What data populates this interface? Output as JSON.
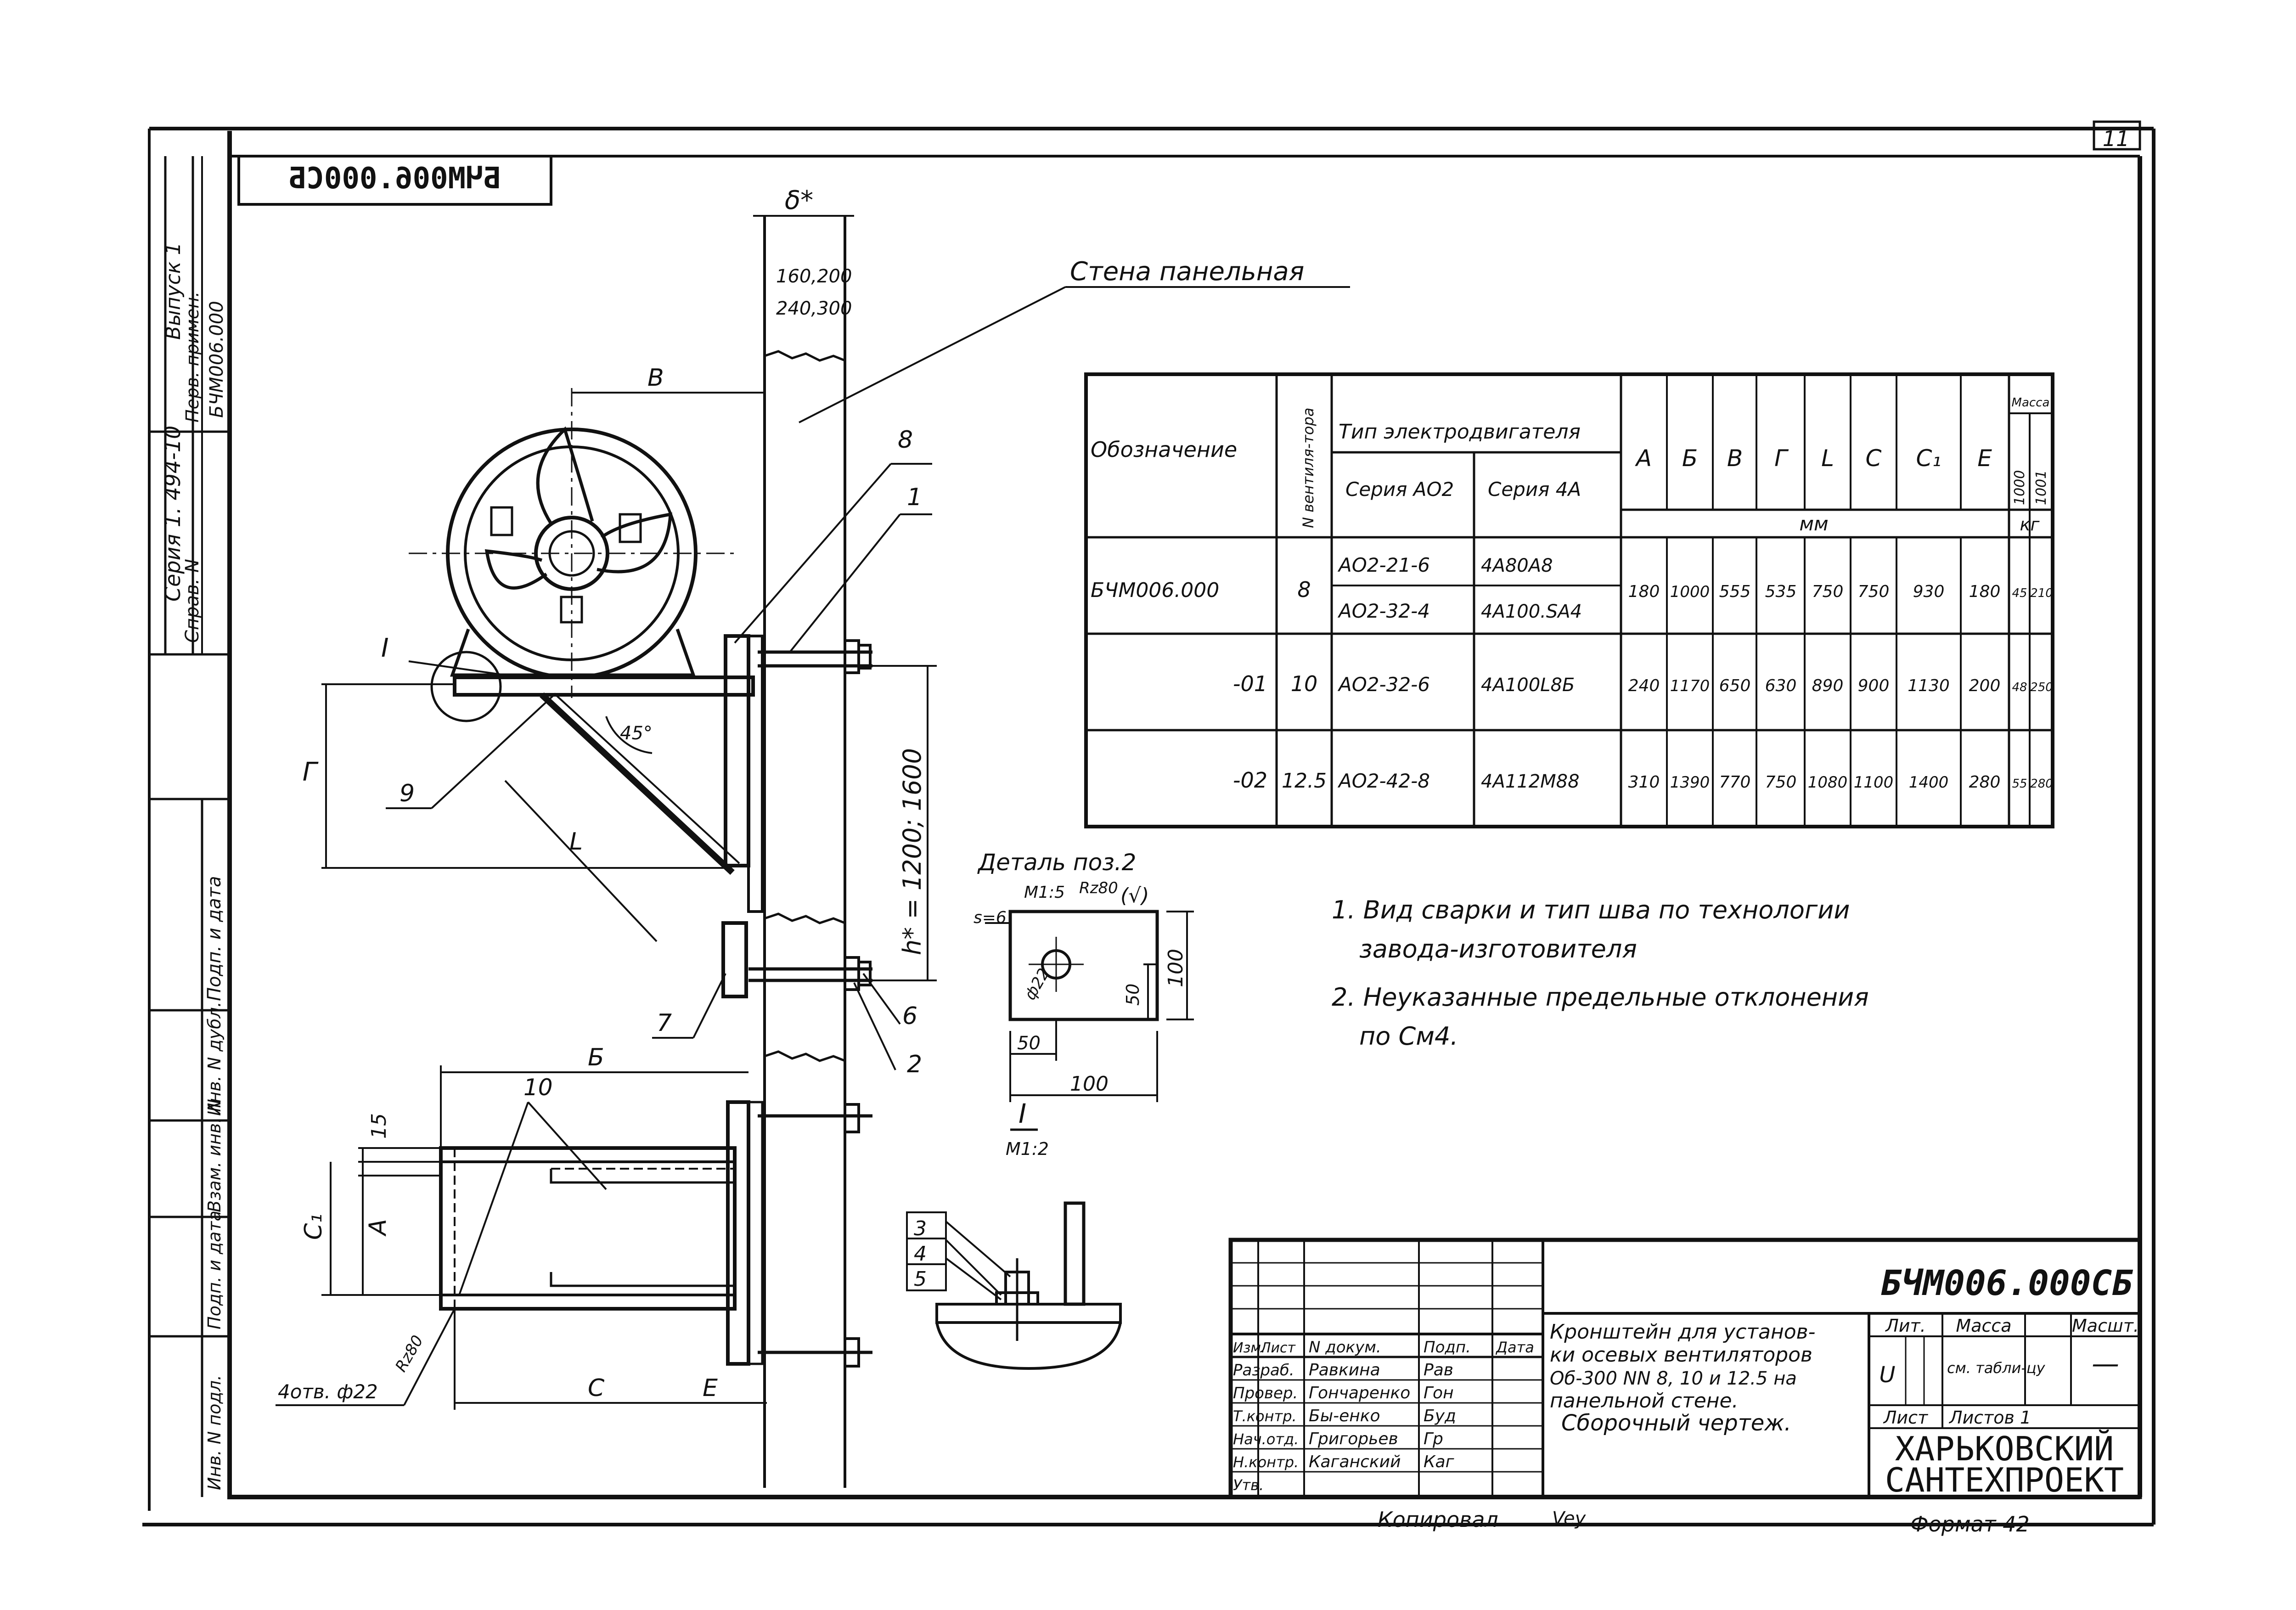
{
  "sheet": {
    "sheet_number": "11",
    "doc_code_rotated": "БЧМ006.000СБ",
    "format": "Формат 42",
    "copied": "Копировал",
    "copied_sign": "Vey"
  },
  "left_strip": {
    "series": "Серия 1. 494-10",
    "release": "Выпуск 1",
    "primary_use": "Перв. примен.",
    "primary_doc": "БЧМ006.000",
    "reference": "Справ. N",
    "sign_date": "Подп. и дата",
    "inv_dubl": "Инв. N дубл.",
    "vzam_inv": "Взам. инв. N",
    "sign_date_2": "Подп. и дата",
    "inv_podl": "Инв. N подл."
  },
  "drawing": {
    "wall_label": "Стена панельная",
    "wall_thickness_label": "δ*",
    "wall_thickness_values": [
      "160,200",
      "240,300"
    ],
    "height_label": "h* = 1200; 1600",
    "dim_labels": {
      "B": "В",
      "G": "Г",
      "L": "L",
      "B_plan": "Б",
      "A": "А",
      "C1": "С₁",
      "C": "С",
      "E": "Е",
      "d15": "15",
      "angle": "45°"
    },
    "positions": [
      "1",
      "2",
      "6",
      "7",
      "8",
      "9",
      "10"
    ],
    "view_I_mark": "I",
    "holes": "4отв. ф22",
    "roughness": "Rz80",
    "detail_title": "Деталь поз.2",
    "detail_scale": "М1:5",
    "detail_roughness": "Rz80",
    "detail_roughness_sym": "(√)",
    "detail_dims": [
      "100",
      "100",
      "50",
      "50",
      "s=6",
      "ф22"
    ],
    "view_I_title": "I",
    "view_I_scale": "М1:2",
    "view_I_positions": [
      "3",
      "4",
      "5"
    ]
  },
  "spec_table": {
    "header": {
      "designation": "Обозначение",
      "fan_no": "N вентиля-тора",
      "motor_type": "Тип электродвигателя",
      "series_ad": "Серия АО2",
      "series_4a": "Серия 4А",
      "cols": [
        "А",
        "Б",
        "В",
        "Г",
        "L",
        "С",
        "С₁",
        "Е"
      ],
      "mass_1": "1000",
      "mass_2": "1001",
      "mass_header": "Масса",
      "unit_mm": "мм",
      "unit_kg": "кг"
    },
    "rows": [
      {
        "designation": "БЧМ006.000",
        "fan_no": "8",
        "ad": [
          "АО2-21-6",
          "АО2-32-4"
        ],
        "fa": [
          "4А80А8",
          "4А100.SА4"
        ],
        "values": [
          "180",
          "1000",
          "555",
          "535",
          "750",
          "750",
          "930",
          "180",
          "45",
          "210"
        ]
      },
      {
        "designation": "-01",
        "fan_no": "10",
        "ad": [
          "АО2-32-6"
        ],
        "fa": [
          "4А100L8Б"
        ],
        "values": [
          "240",
          "1170",
          "650",
          "630",
          "890",
          "900",
          "1130",
          "200",
          "48",
          "250"
        ]
      },
      {
        "designation": "-02",
        "fan_no": "12.5",
        "ad": [
          "АО2-42-8"
        ],
        "fa": [
          "4А112М88"
        ],
        "values": [
          "310",
          "1390",
          "770",
          "750",
          "1080",
          "1100",
          "1400",
          "280",
          "55",
          "280"
        ]
      }
    ]
  },
  "notes": [
    "1. Вид сварки и тип шва по технологии",
    "завода-изготовителя",
    "2. Неуказанные предельные отклонения",
    "по См4."
  ],
  "title_block": {
    "doc_code": "БЧМ006.000СБ",
    "title_lines": [
      "Кронштейн для установ-",
      "ки осевых вентиляторов",
      "Об-300 NN 8, 10 и 12.5 на",
      "панельной стене."
    ],
    "doc_type": "Сборочный чертеж.",
    "lit": "Лит.",
    "mass": "Масса",
    "scale": "Масшт.",
    "lit_val": "U",
    "mass_val": "см. табли-цу",
    "scale_val": "—",
    "sheet": "Лист",
    "sheets": "Листов 1",
    "org_1": "ХАРЬКОВСКИЙ",
    "org_2": "САНТЕХПРОЕКТ",
    "col_headers": [
      "Изм.",
      "Лист",
      "N докум.",
      "Подп.",
      "Дата"
    ],
    "roles": [
      {
        "role": "Разраб.",
        "name": "Равкина",
        "sign": "Рав"
      },
      {
        "role": "Провер.",
        "name": "Гончаренко",
        "sign": "Гон"
      },
      {
        "role": "Т.контр.",
        "name": "Бы-енко",
        "sign": "Буд"
      },
      {
        "role": "Нач.отд.",
        "name": "Григорьев",
        "sign": "Гр"
      },
      {
        "role": "Н.контр.",
        "name": "Каганский",
        "sign": "Каг"
      },
      {
        "role": "Утв.",
        "name": "",
        "sign": ""
      }
    ]
  }
}
